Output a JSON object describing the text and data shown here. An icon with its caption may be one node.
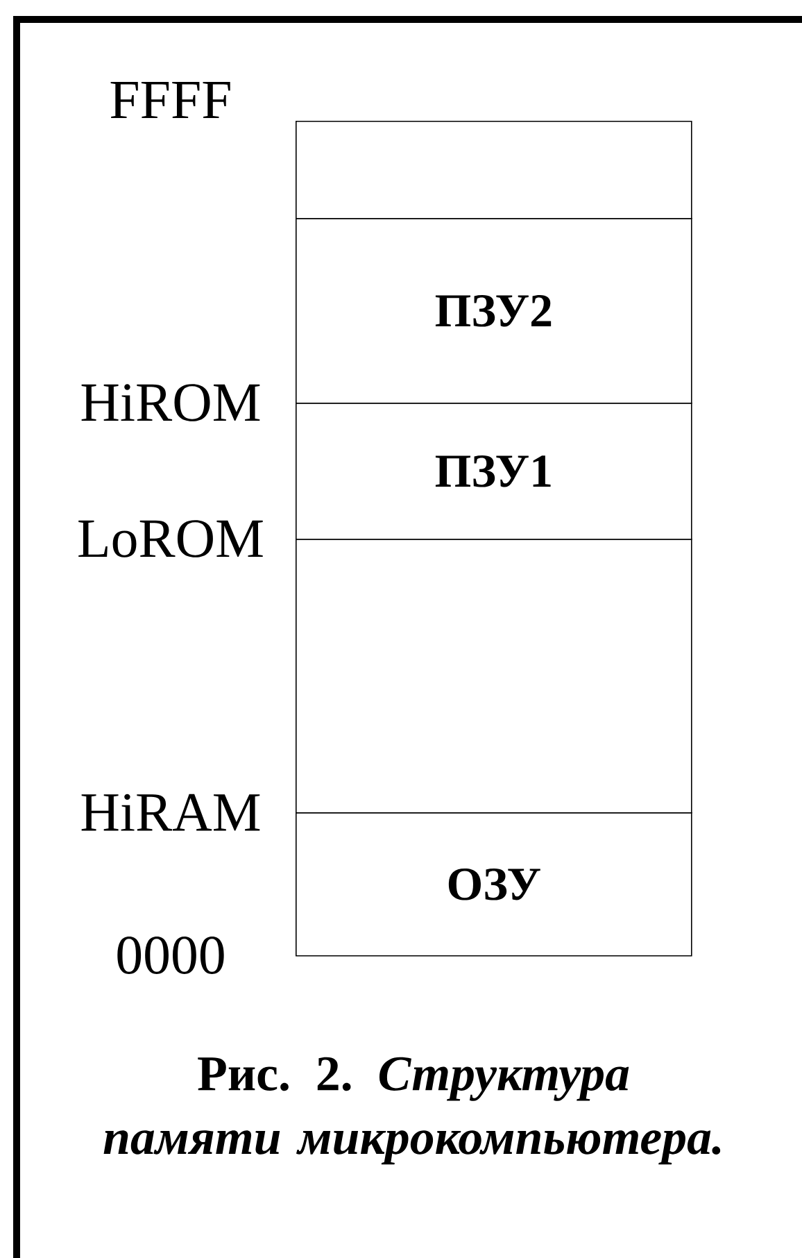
{
  "diagram": {
    "caption": "Рис. 2. *Структура памяти микрокомпьютера.*",
    "nodes": [
      {
        "text": [],
        "shape": "box"
      },
      {
        "text": [
          "ПЗУ2"
        ]
      },
      {
        "text": [
          "ПЗУ1"
        ]
      },
      {
        "text": [],
        "shape": "box"
      },
      {
        "text": [
          "ОЗУ"
        ]
      }
    ],
    "labels": [
      "FFFF",
      "HiROM",
      "LoROM",
      "HiRAM",
      "0000"
    ]
  }
}
